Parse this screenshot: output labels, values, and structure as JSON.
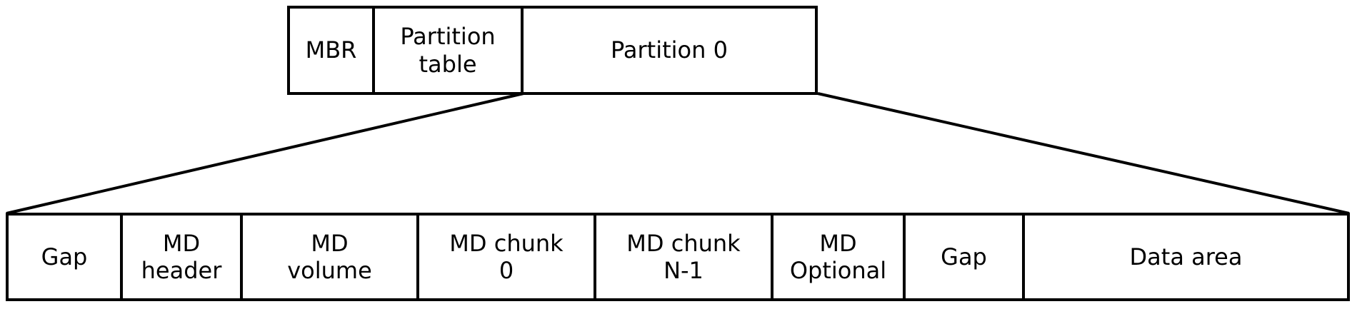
{
  "diagram": {
    "top_row": {
      "cells": [
        {
          "label": "MBR"
        },
        {
          "label": "Partition\ntable"
        },
        {
          "label": "Partition 0"
        }
      ]
    },
    "bottom_row": {
      "cells": [
        {
          "label": "Gap"
        },
        {
          "label": "MD\nheader"
        },
        {
          "label": "MD\nvolume"
        },
        {
          "label": "MD chunk\n0"
        },
        {
          "label": "MD chunk\nN-1"
        },
        {
          "label": "MD\nOptional"
        },
        {
          "label": "Gap"
        },
        {
          "label": "Data area"
        }
      ]
    },
    "colors": {
      "border": "#000000",
      "background": "#ffffff",
      "text": "#000000"
    }
  }
}
